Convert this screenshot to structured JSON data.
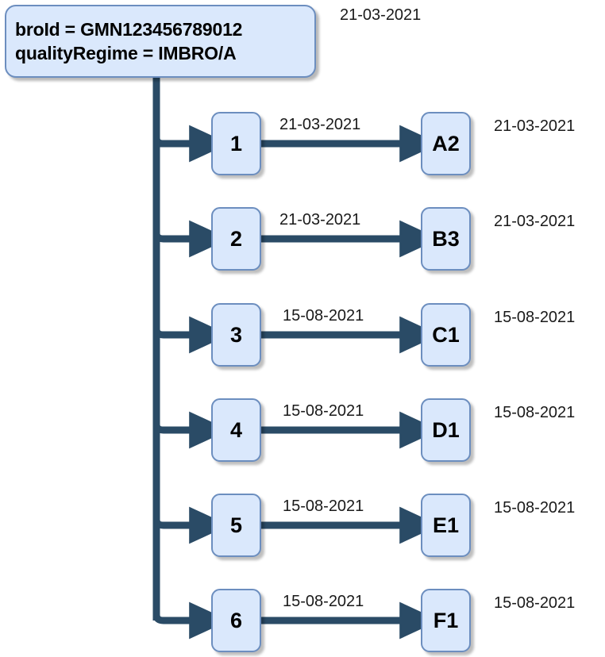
{
  "diagram": {
    "title_date": "21-03-2021",
    "root": {
      "line1": "broId = GMN123456789012",
      "line2": "qualityRegime = IMBRO/A"
    },
    "colors": {
      "node_fill": "#dae8fc",
      "node_border": "#6c8ebf",
      "connector": "#2a4b66",
      "text": "#000000",
      "background": "#ffffff"
    },
    "rows": [
      {
        "left_node": "1",
        "right_node": "A2",
        "edge_label": "21-03-2021",
        "side_label": "21-03-2021"
      },
      {
        "left_node": "2",
        "right_node": "B3",
        "edge_label": "21-03-2021",
        "side_label": "21-03-2021"
      },
      {
        "left_node": "3",
        "right_node": "C1",
        "edge_label": "15-08-2021",
        "side_label": "15-08-2021"
      },
      {
        "left_node": "4",
        "right_node": "D1",
        "edge_label": "15-08-2021",
        "side_label": "15-08-2021"
      },
      {
        "left_node": "5",
        "right_node": "E1",
        "edge_label": "15-08-2021",
        "side_label": "15-08-2021"
      },
      {
        "left_node": "6",
        "right_node": "F1",
        "edge_label": "15-08-2021",
        "side_label": "15-08-2021"
      }
    ]
  }
}
